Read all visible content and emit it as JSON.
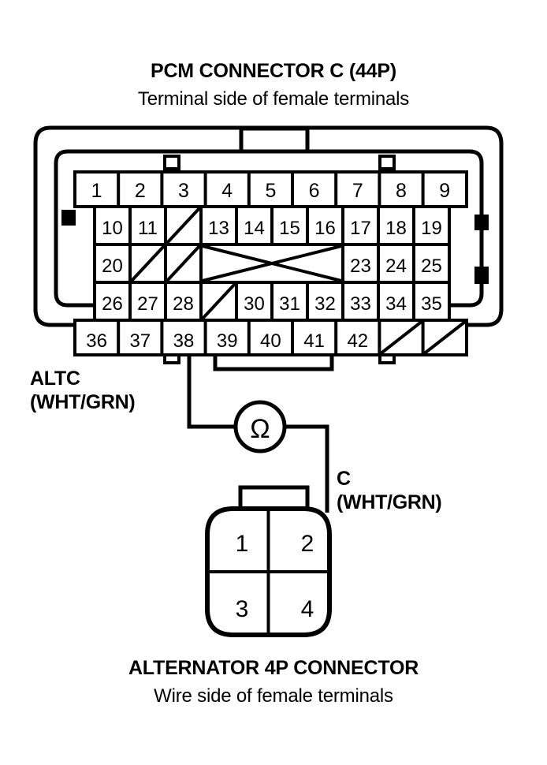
{
  "page": {
    "background_color": "#ffffff",
    "line_color": "#000000"
  },
  "header": {
    "title": "PCM CONNECTOR C (44P)",
    "subtitle": "Terminal side of female terminals"
  },
  "footer": {
    "title": "ALTERNATOR 4P CONNECTOR",
    "subtitle": "Wire side of female terminals"
  },
  "pcm_connector": {
    "name": "PCM CONNECTOR C (44P)",
    "rows": [
      {
        "row_index": 1,
        "cells": [
          {
            "label": "1",
            "blank": false
          },
          {
            "label": "2",
            "blank": false
          },
          {
            "label": "3",
            "blank": false
          },
          {
            "label": "4",
            "blank": false
          },
          {
            "label": "5",
            "blank": false
          },
          {
            "label": "6",
            "blank": false
          },
          {
            "label": "7",
            "blank": false
          },
          {
            "label": "8",
            "blank": false
          },
          {
            "label": "9",
            "blank": false
          }
        ]
      },
      {
        "row_index": 2,
        "cells": [
          {
            "label": "10",
            "blank": false
          },
          {
            "label": "11",
            "blank": false
          },
          {
            "label": "",
            "blank": true,
            "mark": "slash"
          },
          {
            "label": "13",
            "blank": false
          },
          {
            "label": "14",
            "blank": false
          },
          {
            "label": "15",
            "blank": false
          },
          {
            "label": "16",
            "blank": false
          },
          {
            "label": "17",
            "blank": false
          },
          {
            "label": "18",
            "blank": false
          },
          {
            "label": "19",
            "blank": false
          }
        ]
      },
      {
        "row_index": 3,
        "cells": [
          {
            "label": "20",
            "blank": false
          },
          {
            "label": "",
            "blank": true,
            "mark": "slash"
          },
          {
            "label": "",
            "blank": true,
            "mark": "slash"
          },
          {
            "label": "",
            "blank": true,
            "mark": "cross",
            "span": 3
          },
          {
            "label": "23",
            "blank": false
          },
          {
            "label": "24",
            "blank": false
          },
          {
            "label": "25",
            "blank": false
          }
        ]
      },
      {
        "row_index": 4,
        "cells": [
          {
            "label": "26",
            "blank": false
          },
          {
            "label": "27",
            "blank": false
          },
          {
            "label": "28",
            "blank": false
          },
          {
            "label": "",
            "blank": true,
            "mark": "slash"
          },
          {
            "label": "30",
            "blank": false
          },
          {
            "label": "31",
            "blank": false
          },
          {
            "label": "32",
            "blank": false
          },
          {
            "label": "33",
            "blank": false
          },
          {
            "label": "34",
            "blank": false
          },
          {
            "label": "35",
            "blank": false
          }
        ]
      },
      {
        "row_index": 5,
        "cells": [
          {
            "label": "36",
            "blank": false
          },
          {
            "label": "37",
            "blank": false
          },
          {
            "label": "38",
            "blank": false
          },
          {
            "label": "39",
            "blank": false
          },
          {
            "label": "40",
            "blank": false
          },
          {
            "label": "41",
            "blank": false
          },
          {
            "label": "42",
            "blank": false
          },
          {
            "label": "",
            "blank": true,
            "mark": "slash"
          },
          {
            "label": "",
            "blank": true,
            "mark": "slash"
          }
        ]
      }
    ]
  },
  "alternator_connector": {
    "name": "ALTERNATOR 4P CONNECTOR",
    "pins": [
      {
        "label": "1"
      },
      {
        "label": "2"
      },
      {
        "label": "3"
      },
      {
        "label": "4"
      }
    ]
  },
  "labels": {
    "pcm_wire_name": "ALTC",
    "pcm_wire_color": "(WHT/GRN)",
    "alt_wire_name": "C",
    "alt_wire_color": "(WHT/GRN)"
  },
  "meter": {
    "symbol": "Ω",
    "type": "ohmmeter",
    "connects_from": "38",
    "connects_to": "C"
  }
}
